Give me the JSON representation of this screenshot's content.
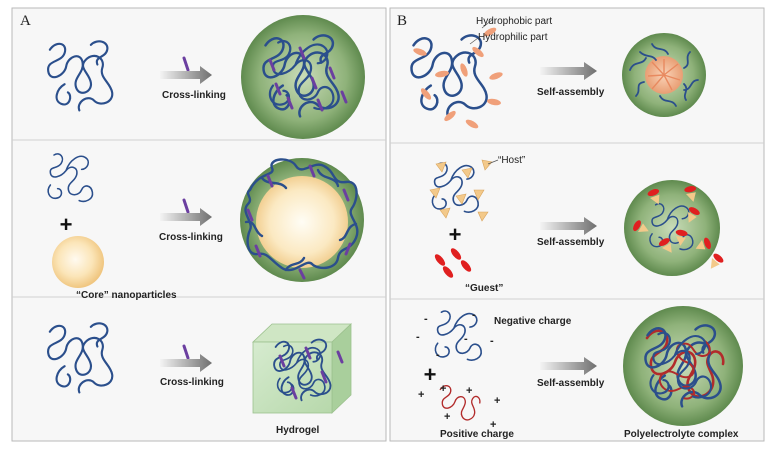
{
  "panel_a": {
    "letter": "A",
    "row1_label": "Cross-linking",
    "row2_label": "Cross-linking",
    "row2_core_label": "“Core” nanoparticles",
    "row3_label": "Cross-linking",
    "row3_result_label": "Hydrogel"
  },
  "panel_b": {
    "letter": "B",
    "hydrophobic_label": "Hydrophobic part",
    "hydrophilic_label": "Hydrophilic part",
    "row1_label": "Self-assembly",
    "host_label": "“Host”",
    "guest_label": "“Guest”",
    "row2_label": "Self-assembly",
    "negative_label": "Negative charge",
    "positive_label": "Positive charge",
    "row3_label": "Self-assembly",
    "row3_result_label": "Polyelectrolyte complex"
  },
  "symbols": {
    "plus": "+",
    "minus": "-"
  },
  "colors": {
    "chain_blue": "#2b4f8c",
    "chain_red": "#b22b2b",
    "crosslinker_purple": "#6b3fa0",
    "sphere_green": "#6e9a5a",
    "hydrophobic_orange": "#f0a07a",
    "host_tan": "#f3c98a",
    "guest_red": "#e02020"
  }
}
